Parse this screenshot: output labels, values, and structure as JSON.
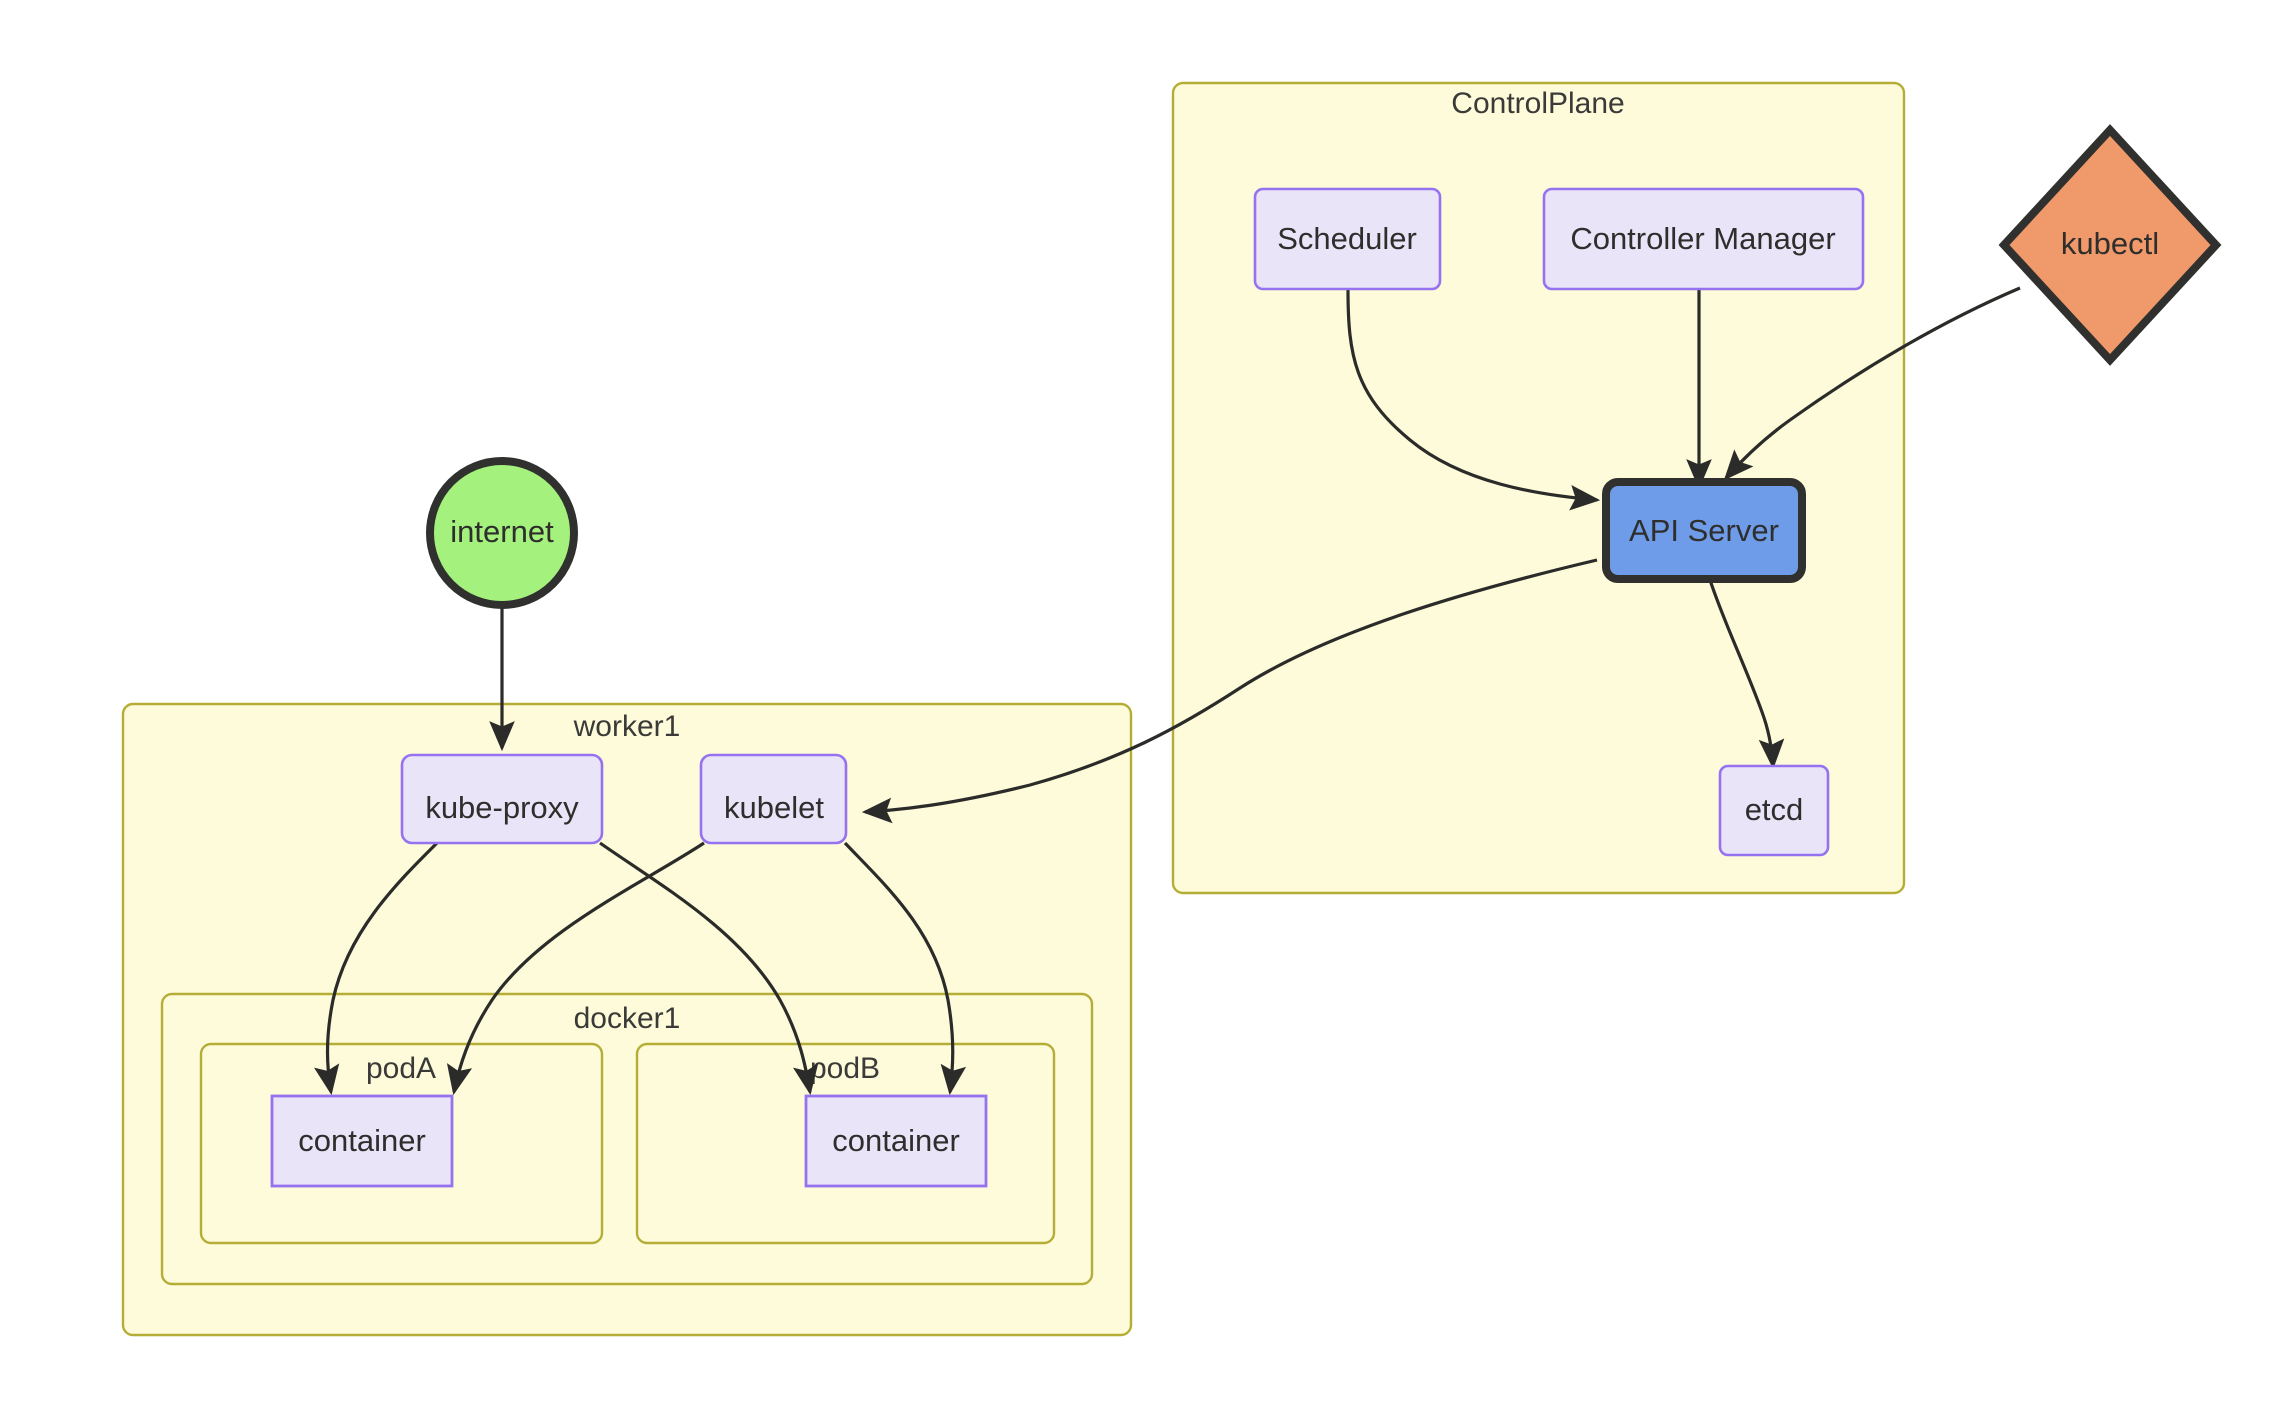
{
  "diagram": {
    "type": "flowchart",
    "title": "Kubernetes cluster architecture",
    "background_color": "#ffffff",
    "colors": {
      "cluster_fill": "#fdfbd9",
      "cluster_stroke": "#b5ad36",
      "node_fill": "#e9e4f8",
      "node_stroke": "#9772f0",
      "api_server_fill": "#6f9ce8",
      "api_server_stroke": "#30312f",
      "internet_fill": "#a4f27d",
      "internet_stroke": "#30312f",
      "kubectl_fill": "#f0996a",
      "kubectl_stroke": "#30312f",
      "edge_stroke": "#2b2b29",
      "text": "#2e2e2c"
    },
    "clusters": [
      {
        "id": "controlplane",
        "label": "ControlPlane"
      },
      {
        "id": "worker1",
        "label": "worker1"
      },
      {
        "id": "docker1",
        "label": "docker1"
      },
      {
        "id": "podA",
        "label": "podA"
      },
      {
        "id": "podB",
        "label": "podB"
      }
    ],
    "nodes": [
      {
        "id": "scheduler",
        "label": "Scheduler",
        "shape": "rounded-rect",
        "cluster": "controlplane"
      },
      {
        "id": "controller_manager",
        "label": "Controller Manager",
        "shape": "rounded-rect",
        "cluster": "controlplane"
      },
      {
        "id": "api_server",
        "label": "API Server",
        "shape": "rounded-rect",
        "cluster": "controlplane",
        "style": "highlight-blue"
      },
      {
        "id": "etcd",
        "label": "etcd",
        "shape": "rounded-rect",
        "cluster": "controlplane"
      },
      {
        "id": "kubectl",
        "label": "kubectl",
        "shape": "diamond",
        "cluster": null,
        "style": "highlight-orange"
      },
      {
        "id": "internet",
        "label": "internet",
        "shape": "circle",
        "cluster": null,
        "style": "highlight-green"
      },
      {
        "id": "kube_proxy",
        "label": "kube-proxy",
        "shape": "rounded-rect",
        "cluster": "worker1"
      },
      {
        "id": "kubelet",
        "label": "kubelet",
        "shape": "rounded-rect",
        "cluster": "worker1"
      },
      {
        "id": "containerA",
        "label": "container",
        "shape": "rect",
        "cluster": "podA"
      },
      {
        "id": "containerB",
        "label": "container",
        "shape": "rect",
        "cluster": "podB"
      }
    ],
    "edges": [
      {
        "from": "scheduler",
        "to": "api_server",
        "arrow": "end"
      },
      {
        "from": "controller_manager",
        "to": "api_server",
        "arrow": "end"
      },
      {
        "from": "kubectl",
        "to": "api_server",
        "arrow": "end"
      },
      {
        "from": "api_server",
        "to": "etcd",
        "arrow": "end"
      },
      {
        "from": "api_server",
        "to": "kubelet",
        "arrow": "end"
      },
      {
        "from": "internet",
        "to": "kube_proxy",
        "arrow": "end"
      },
      {
        "from": "kube_proxy",
        "to": "containerA",
        "arrow": "end"
      },
      {
        "from": "kube_proxy",
        "to": "containerB",
        "arrow": "end"
      },
      {
        "from": "kubelet",
        "to": "containerA",
        "arrow": "end"
      },
      {
        "from": "kubelet",
        "to": "containerB",
        "arrow": "end"
      }
    ]
  }
}
